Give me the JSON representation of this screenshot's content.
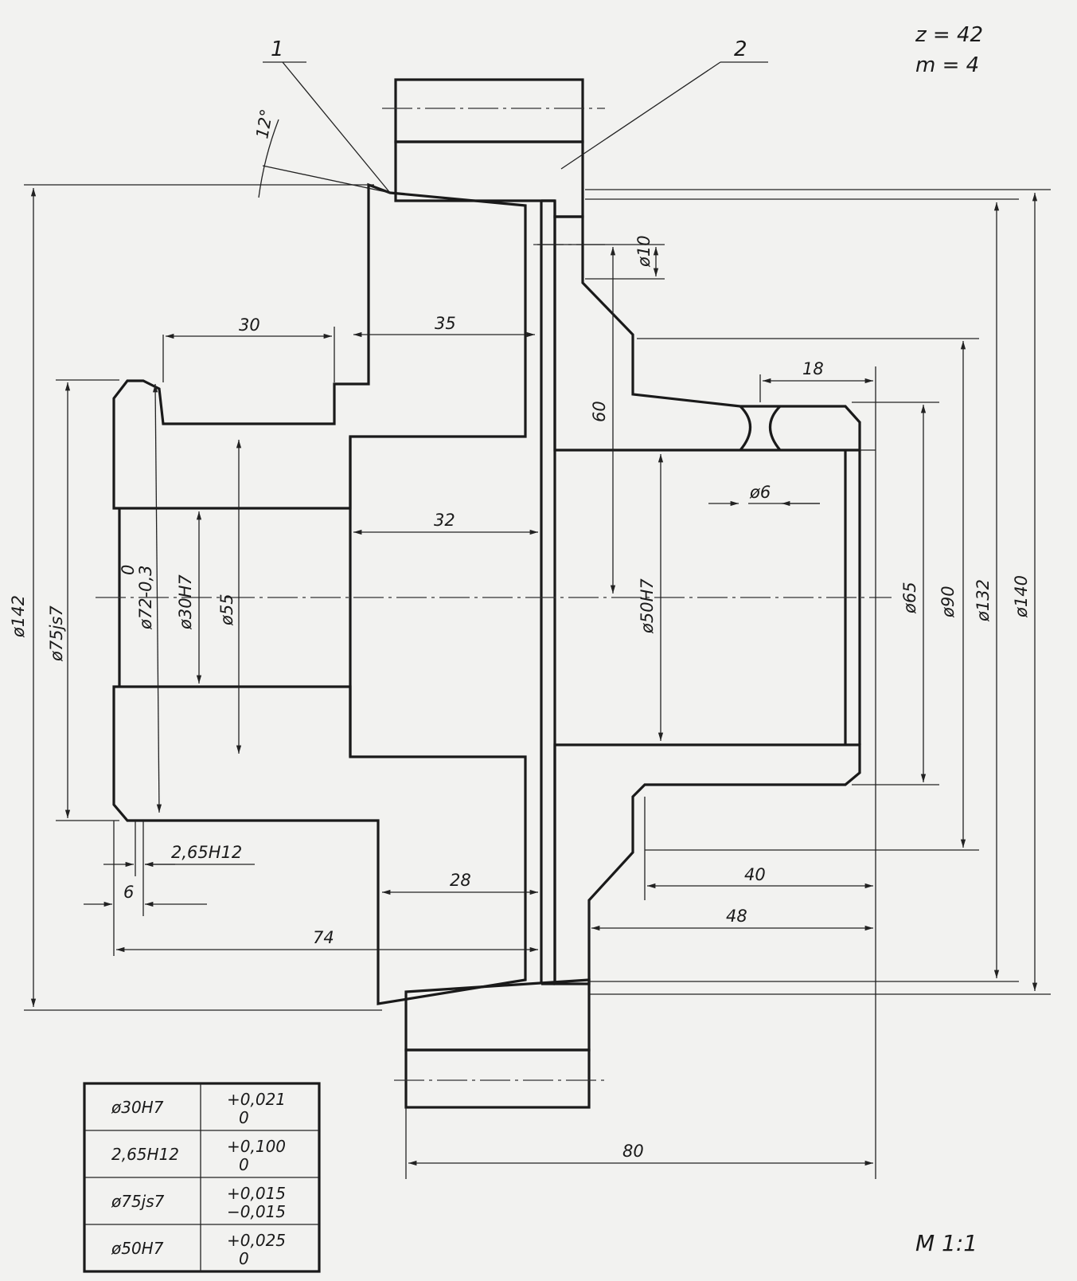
{
  "gear_params": {
    "z": "z  =  42",
    "m": "m =   4"
  },
  "part_labels": {
    "p1": "1",
    "p2": "2"
  },
  "scale": "M 1:1",
  "angle": "12°",
  "dims": {
    "d142": "ø142",
    "d75js7": "ø75js7",
    "d72": "ø72-0,3",
    "d72_upper": "0",
    "d30h7": "ø30H7",
    "d55": "ø55",
    "d50h7": "ø50H7",
    "d65": "ø65",
    "d90": "ø90",
    "d132": "ø132",
    "d140": "ø140",
    "d10": "ø10",
    "d6": "ø6",
    "l30": "30",
    "l35": "35",
    "l18": "18",
    "l60": "60",
    "l32": "32",
    "l28": "28",
    "l74": "74",
    "l40": "40",
    "l48": "48",
    "l80": "80",
    "l6": "6",
    "groove": "2,65H12"
  },
  "tolerance_table": [
    {
      "fit": "ø30H7",
      "upper": "+0,021",
      "lower": "0"
    },
    {
      "fit": "2,65H12",
      "upper": "+0,100",
      "lower": "0"
    },
    {
      "fit": "ø75js7",
      "upper": "+0,015",
      "lower": "−0,015"
    },
    {
      "fit": "ø50H7",
      "upper": "+0,025",
      "lower": "0"
    }
  ]
}
